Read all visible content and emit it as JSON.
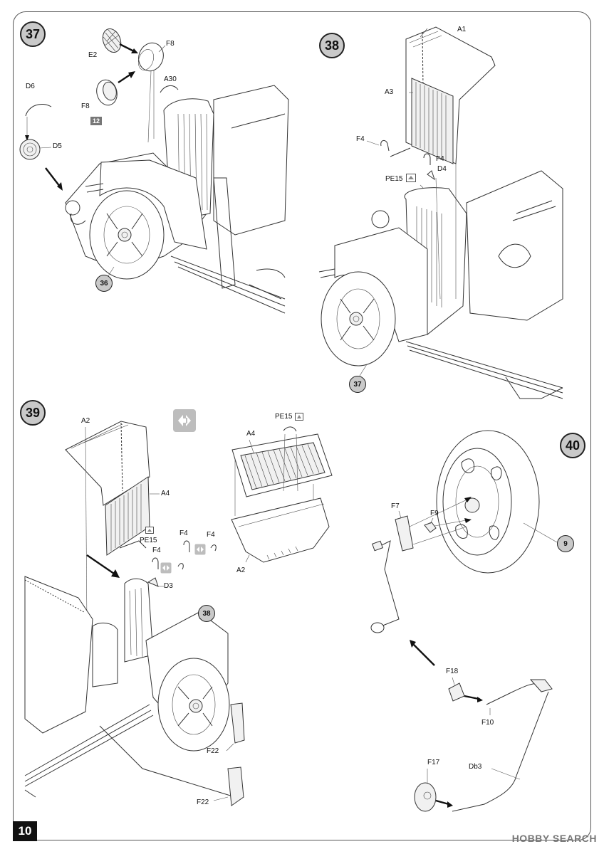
{
  "page": {
    "page_number": "10",
    "watermark": "HOBBY SEARCH"
  },
  "steps": {
    "s37": {
      "number": "37",
      "reference": "36",
      "labels": [
        "E2",
        "F8",
        "A30",
        "D6",
        "F8",
        "D5"
      ],
      "paint_chip": "12"
    },
    "s38": {
      "number": "38",
      "reference": "37",
      "labels": [
        "A1",
        "A3",
        "F4",
        "F4",
        "D4",
        "PE15"
      ]
    },
    "s39": {
      "number": "39",
      "reference": "38",
      "labels": [
        "A2",
        "A4",
        "PE15",
        "F4",
        "F4",
        "F4",
        "D3",
        "PE15",
        "A4",
        "A2",
        "F22",
        "F22"
      ]
    },
    "s40": {
      "number": "40",
      "reference": "9",
      "labels": [
        "F7",
        "F9",
        "F18",
        "F10",
        "F17",
        "Db3"
      ]
    }
  },
  "icons": {
    "alternate_parts": "alternate-parts-icon",
    "photo_etch": "photo-etch-icon",
    "glue": "glue-icon"
  }
}
